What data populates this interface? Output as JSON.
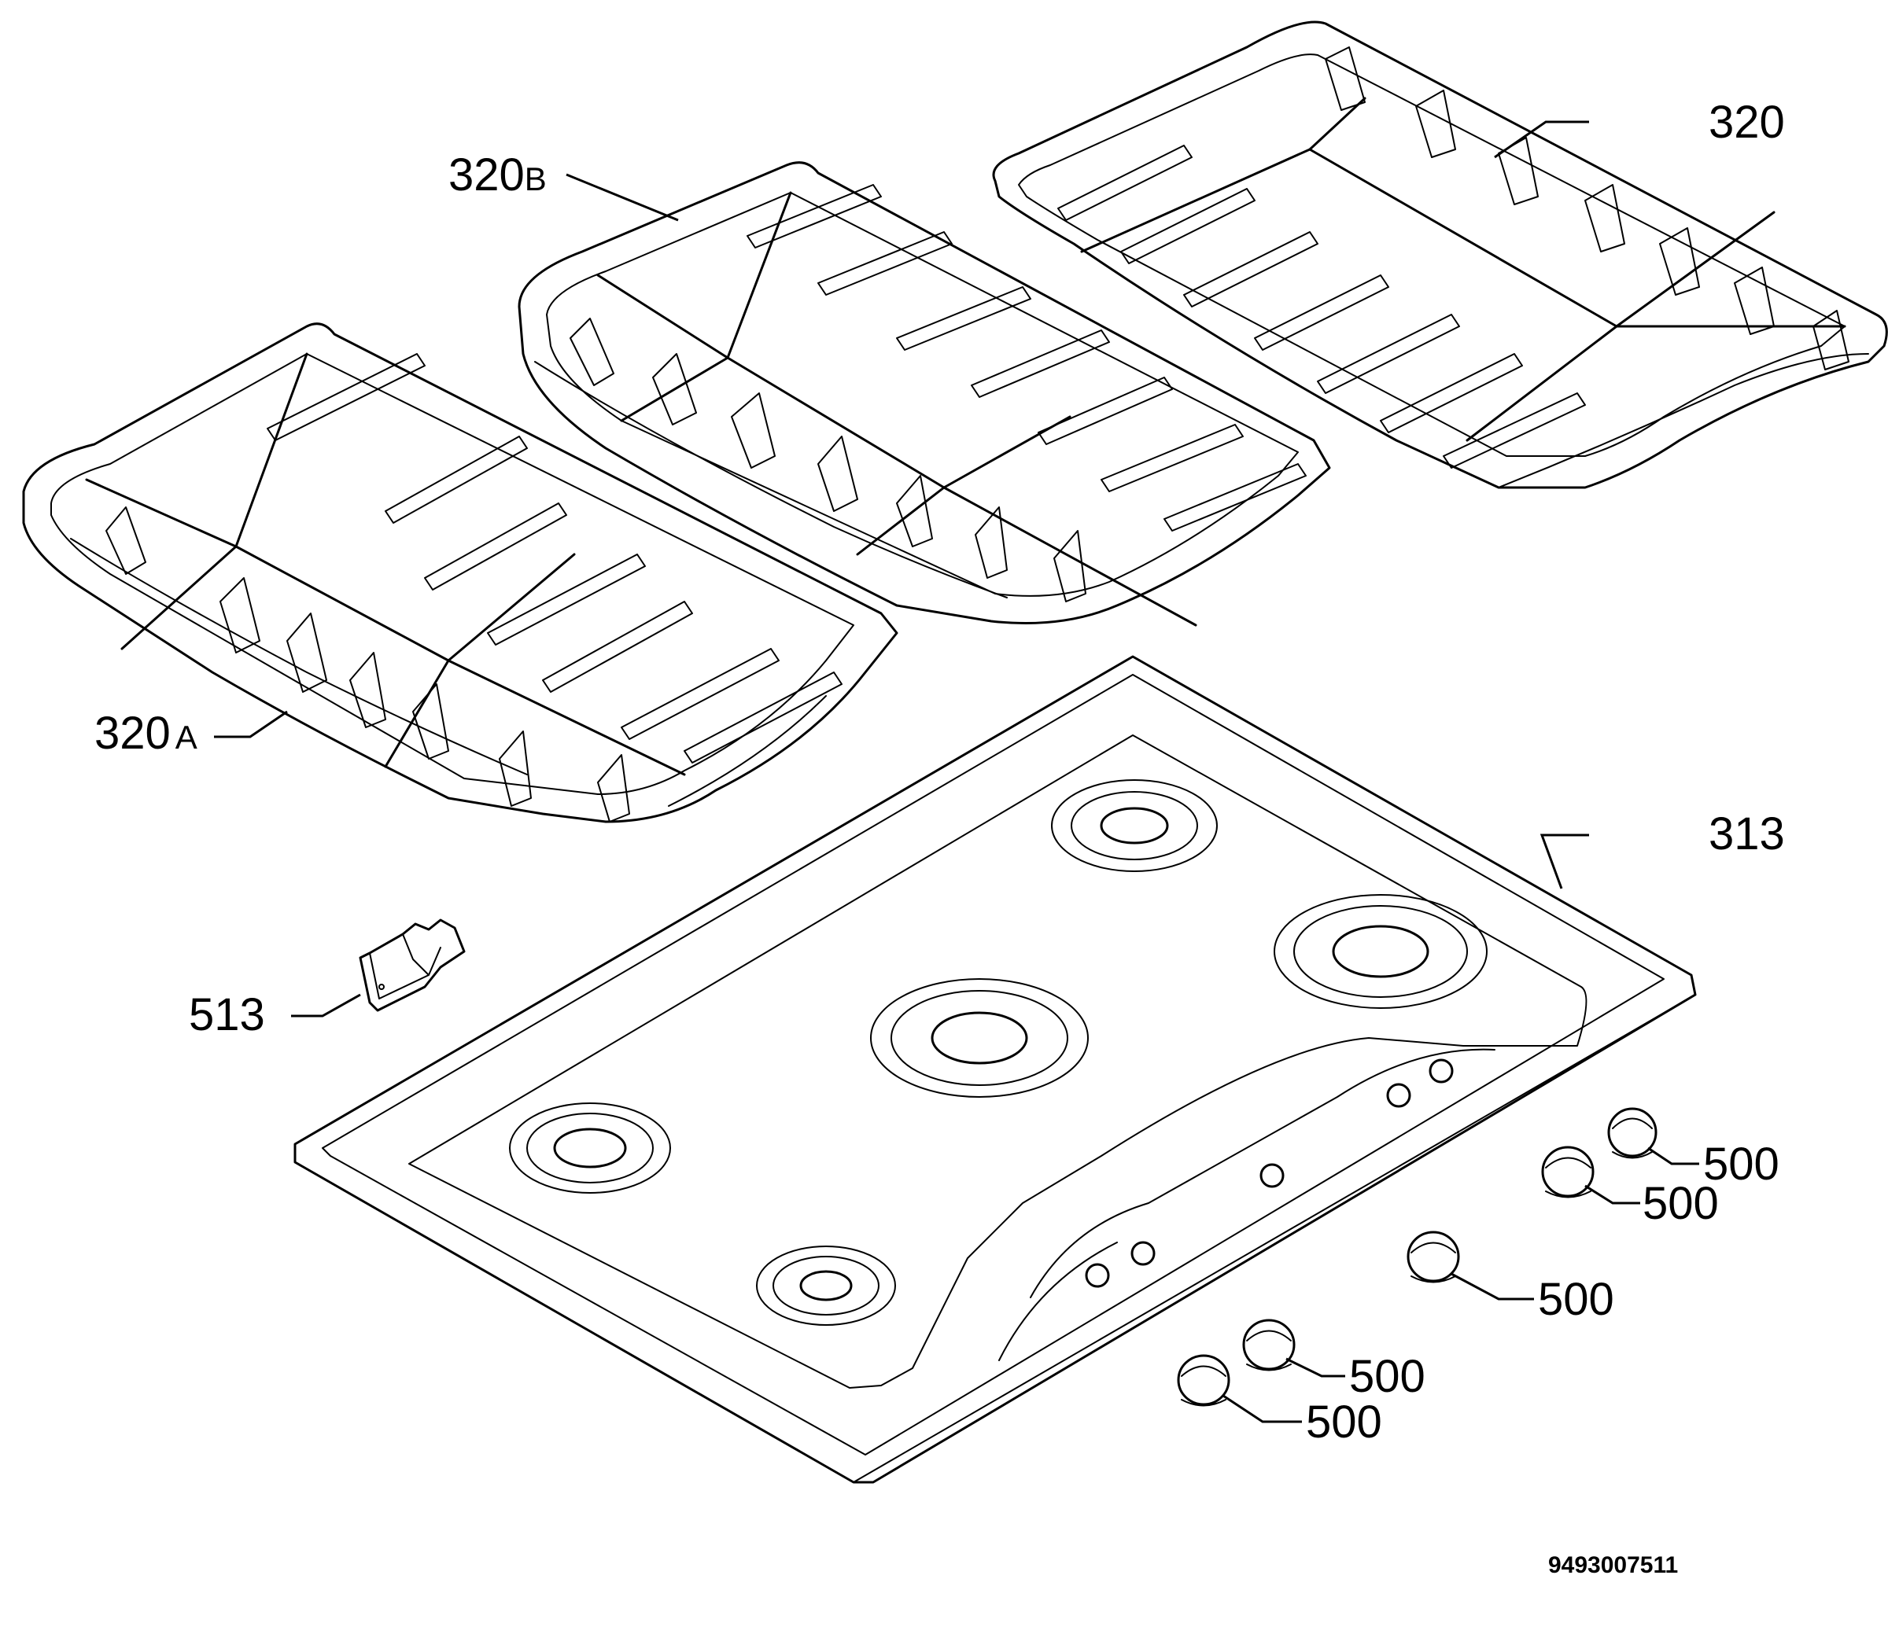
{
  "labels": {
    "grate_left": {
      "main": "320",
      "suffix": "A"
    },
    "grate_middle": {
      "main": "320",
      "suffix": "B"
    },
    "grate_right": "320",
    "hob": "313",
    "clip": "513",
    "knob_1": "500",
    "knob_2": "500",
    "knob_3": "500",
    "knob_4": "500",
    "knob_5": "500"
  },
  "drawing_code": "9493007511"
}
